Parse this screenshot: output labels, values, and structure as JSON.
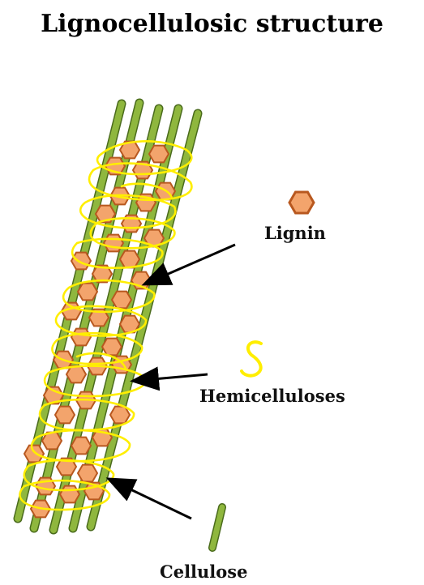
{
  "title": "Lignocellulosic structure",
  "legend": {
    "lignin_label": "Lignin",
    "hemicelluloses_label": "Hemicelluloses",
    "cellulose_label": "Cellulose"
  },
  "colors": {
    "cellulose_fill": "#8fb73e",
    "cellulose_stroke": "#4a6b1c",
    "lignin_fill": "#f3a46c",
    "lignin_stroke": "#b8581f",
    "hemicellulose": "#ffee00",
    "arrow": "#000000"
  }
}
